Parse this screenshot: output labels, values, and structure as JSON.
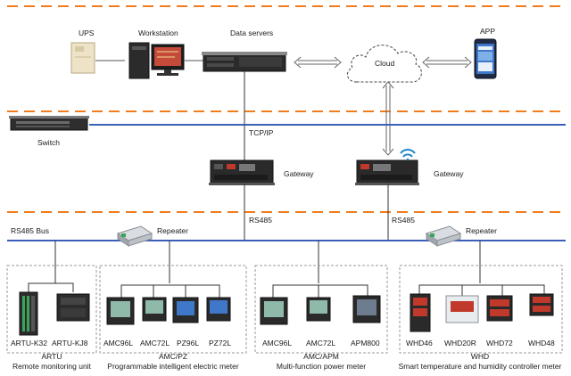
{
  "colors": {
    "orange": "#f07c1e",
    "blue": "#3b5fb8",
    "line": "#333333",
    "box_border": "#9a9a9a"
  },
  "top": {
    "ups": "UPS",
    "workstation": "Workstation",
    "data_servers": "Data servers",
    "cloud": "Cloud",
    "app": "APP"
  },
  "network": {
    "switch": "Switch",
    "tcpip": "TCP/IP",
    "gateway_left": "Gateway",
    "gateway_right": "Gateway",
    "rs485_left": "RS485",
    "rs485_right": "RS485",
    "rs485_bus": "RS485 Bus",
    "repeater_left": "Repeater",
    "repeater_right": "Repeater"
  },
  "groups": [
    {
      "devices": [
        "ARTU-K32",
        "ARTU-KJ8"
      ],
      "title": "ARTU",
      "subtitle": "Remote monitoring unit"
    },
    {
      "devices": [
        "AMC96L",
        "AMC72L",
        "PZ96L",
        "PZ72L"
      ],
      "title": "AMC/PZ",
      "subtitle": "Programmable intelligent electric meter"
    },
    {
      "devices": [
        "AMC96L",
        "AMC72L",
        "APM800"
      ],
      "title": "AMC/APM",
      "subtitle": "Multi-function power meter"
    },
    {
      "devices": [
        "WHD46",
        "WHD20R",
        "WHD72",
        "WHD48"
      ],
      "title": "WHD",
      "subtitle": "Smart temperature and humidity controller meter"
    }
  ]
}
